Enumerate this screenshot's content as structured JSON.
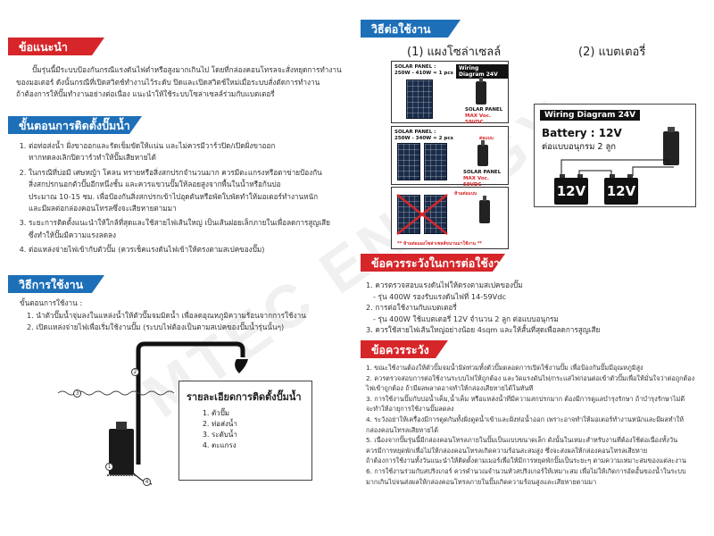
{
  "watermark": "MTEC ENERGY",
  "colors": {
    "header_red": "#d6262a",
    "header_blue": "#1d6fb8",
    "panel": "#1a2c4a"
  },
  "advice": {
    "title": "ข้อแนะนำ",
    "lines": [
      "ปั๊มรุ่นนี้มีระบบป้องกันกรณีแรงดันไฟต่ำหรือสูงมากเกินไป โดยที่กล่องคอนโทรลจะสั่งหยุดการทำงาน",
      "ของมอเตอร์ ดังนั้นกรณีที่เปิดสวิตช์ทำงานไว้ระดับ ปิดและเปิดสวิตช์ใหม่เมื่อระบบสั่งตัดการทำงาน",
      "ถ้าต้องการให้ปั๊มทำงานอย่างต่อเนื่อง แนะนำให้ใช้ระบบโซล่าเซลล์ร่วมกับแบตเตอรี่"
    ]
  },
  "install": {
    "title": "ขั้นตอนการติดตั้งปั๊มน้ำ",
    "steps": [
      [
        "ต่อท่อส่งน้ำ ฝั่งขาออกและรัดเข็มขัดให้แน่น และไม่ควรมีวาร์วปิด/เปิดฝั่งขาออก",
        "หากทดลงเลิกปิดวาร์วทำให้ปั๊มเสียหายได้"
      ],
      [
        "ในกรณีที่บ่อมี เศษหญ้า โคลน ทรายหรือสิ่งสกปรกจำนวนมาก ควรมีตะแกรงหรือตาข่ายป้องกัน",
        "สิ่งสกปรกนอกตัวปั๊มอีกหนึ่งชั้น และควรแขวนปั๊มให้ลอยสูงจากพื้นในน้ำหรือก้นบ่อ",
        "ประมาณ 10-15 ซม. เพื่อป้องกันสิ่งสกปรกเข้าไปอุดตันหรือพัดใบพัดทำให้มอเตอร์ทำงานหนัก",
        "และมีผลต่อกล่องคอนโทรลซึ่งจะเสียหายตามมา"
      ],
      [
        "ระยะการติดตั้งแนะนำให้ใกล้ที่สุดและใช้สายไฟเส้นใหญ่ เป็นเส้นฝอยเล็กภายในเพื่อลดการสูญเสีย",
        "ซึ่งทำให้ปั๊มมีความแรงลดลง"
      ],
      [
        "ต่อแหล่งจ่ายไฟเข้ากับตัวปั๊ม (ควรเช็คแรงดันไฟเข้าให้ตรงตามสเปคของปั๊ม)"
      ]
    ]
  },
  "usage": {
    "title": "วิธีการใช้งาน",
    "intro": "ขั้นตอนการใช้งาน :",
    "steps": [
      "1. นำตัวปั๊มน้ำจุ่มลงในแหล่งน้ำให้ตัวปั๊มจมมิดน้ำ เพื่อลดอุณหภูมิความร้อนจากการใช้งาน",
      "2. เปิดแหล่งจ่ายไฟเพื่อเริ่มใช้งานปั๊ม (ระบบไฟต้องเป็นตามสเปคของปั๊มน้ำรุ่นนั้นๆ)"
    ]
  },
  "legend": {
    "title": "รายละเอียดการติดตั้งปั๊มน้ำ",
    "items": [
      "ตัวปั๊ม",
      "ท่อส่งน้ำ",
      "ระดับน้ำ",
      "ตะแกรง"
    ]
  },
  "connect": {
    "title": "วิธีต่อใช้งาน",
    "solar_label": "(1) แผงโซล่าเซลล์",
    "battery_label": "(2) แบตเตอรี่",
    "diagram1": {
      "panel_text": "SOLAR PANEL :",
      "panel_range": "250W - 410W = 1 pcs",
      "wd": "Wiring Diagram 24V",
      "spec1": "SOLAR PANEL",
      "spec2": "MAX Voc. 59VDC"
    },
    "diagram2": {
      "panel_text": "SOLAR PANEL :",
      "panel_range": "250W - 340W = 2 pcs",
      "note": "ต่อแบบ",
      "spec1": "SOLAR PANEL",
      "spec2": "MAX Voc. 59VDC"
    },
    "diagram3": {
      "note": "ห้ามต่อแบบ",
      "warning": "** ห้ามต่อแผงโซล่าเซลล์ขนานมาใช้งาน **"
    },
    "battery": {
      "wd": "Wiring Diagram 24V",
      "title": "Battery : 12V",
      "sub": "ต่อแบบอนุกรม 2 ลูก",
      "b1": "12V",
      "b2": "12V"
    }
  },
  "caution_connect": {
    "title": "ข้อควรระวังในการต่อใช้งาน",
    "lines": [
      "1. ควรตรวจสอบแรงดันไฟให้ตรงตามสเปคของปั๊ม",
      "- รุ่น 400W รองรับแรงดันไฟที่ 14-59Vdc",
      "2. การต่อใช้งานกับแบตเตอรี่",
      "- รุ่น 400W ใช้แบตเตอรี่ 12V จำนวน 2 ลูก ต่อแบบอนุกรม",
      "3. ควรใช้สายไฟเส้นใหญ่อย่างน้อย 4sqm และให้สั้นที่สุดเพื่อลดการสูญเสีย"
    ]
  },
  "caution": {
    "title": "ข้อควรระวัง",
    "items": [
      [
        "1. ขณะใช้งานต้องให้ตัวปั๊มจมน้ำมิดท่วมทั้งตัวปั๊มตลอดการเปิดใช้งานปั๊ม เพื่อป้องกันปั๊มมีอุณหภูมิสูง"
      ],
      [
        "2. ควรตรวจสอบการต่อใช้งานระบบไฟให้ถูกต้อง และวัดแรงดันไฟ/กระแสไฟก่อนต่อเข้าตัวปั๊มเพื่อให้มั่นใจว่าต่อถูกต้อง",
        "ไฟเข้าถูกต้อง ถ้ามีผลพลาดอาจทำให้กล่องเสียหายได้ในทันที"
      ],
      [
        "3. การใช้งานปั๊มกับบ่อน้ำเค็ม,น้ำเค็ม หรือแหล่งน้ำที่มีความสกปรกมาก ต้องมีการดูแลบำรุงรักษา ถ้าบำรุงรักษาไม่ดี",
        "จะทำให้อายุการใช้งานปั๊มลดลง"
      ],
      [
        "4. ระวังอย่าให้เครื่องมีการดูดกันทั้งฝั่งดูดน้ำเข้าและฝั่งท่อน้ำออก เพราะอาจทำให้มอเตอร์ทำงานหนักและมีผลทำให้",
        "กล่องคอนโทรลเสียหายได้"
      ],
      [
        "5. เนื่องจากปั๊มรุ่นนี้มีกล่องคอนโทรลภายในปั๊มเป็นแบบขนาดเล็ก ดังนั้นในเหมะสำหรับงานที่ต้องใช้ต่อเนื่องทั้งวัน",
        "ควรมีการหยุดพักเพื่อไม่ให้กล่องคอนโทรลเกิดความร้อนสะสมสูง ซึ่งจะส่งผลให้กล่องคอนโทรลเสียหาย",
        "ถ้าต้องการใช้งานทั้งวันแนะนำให้ติดตั้งตามเมอร์เพื่อให้มีการหยุดพักปั๊มเป็นระยะๆ ตามความเหมาะสมของแต่ละงาน"
      ],
      [
        "6. การใช้งานร่วมกับสปริงเกอร์ ควรคำนวณจำนวนหัวสปริงเกอร์ให้เหมาะสม เพื่อไม่ให้เกิดการอัดอั้นของน้ำในระบบ",
        "มากเกินไปจนส่งผลให้กล่องคอนโทรลภายในปั๊มเกิดความร้อนสูงและเสียหายตามมา"
      ]
    ]
  }
}
